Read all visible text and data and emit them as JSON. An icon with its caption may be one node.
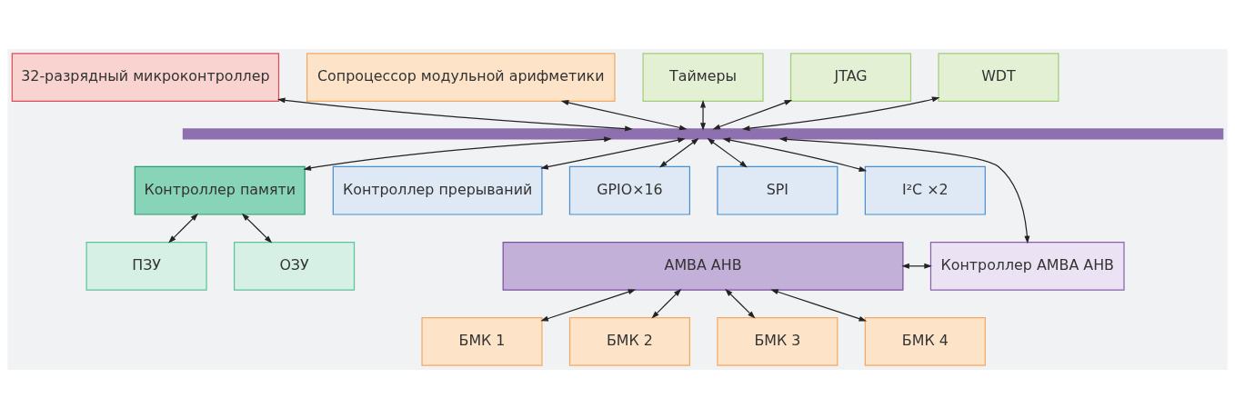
{
  "diagram": {
    "nodes": [
      {
        "text": [
          "32-разрядный микроконтроллер"
        ]
      },
      {
        "text": [
          "Сопроцессор модульной арифметики"
        ]
      },
      {
        "text": [
          "Таймеры"
        ]
      },
      {
        "text": [
          "JTAG"
        ]
      },
      {
        "text": [
          "WDT"
        ]
      },
      {
        "text": [],
        "shape": "bar"
      },
      {
        "text": [
          "Контроллер памяти"
        ]
      },
      {
        "text": [
          "Контроллер прерываний"
        ]
      },
      {
        "text": [
          "GPIO×16"
        ]
      },
      {
        "text": [
          "SPI"
        ]
      },
      {
        "text": [
          "I²C ×2"
        ]
      },
      {
        "text": [
          "ПЗУ"
        ]
      },
      {
        "text": [
          "ОЗУ"
        ]
      },
      {
        "text": [
          "AMBA AHB"
        ]
      },
      {
        "text": [
          "Контроллер AMBA AHB"
        ]
      },
      {
        "text": [
          "БМК 1"
        ]
      },
      {
        "text": [
          "БМК 2"
        ]
      },
      {
        "text": [
          "БМК 3"
        ]
      },
      {
        "text": [
          "БМК 4"
        ]
      }
    ],
    "edges": [
      {
        "from": 0,
        "to": 5,
        "arrow": "both"
      },
      {
        "from": 1,
        "to": 5,
        "arrow": "both"
      },
      {
        "from": 2,
        "to": 5,
        "arrow": "both"
      },
      {
        "from": 3,
        "to": 5,
        "arrow": "both"
      },
      {
        "from": 4,
        "to": 5,
        "arrow": "both"
      },
      {
        "from": 5,
        "to": 6,
        "arrow": "both"
      },
      {
        "from": 5,
        "to": 7,
        "arrow": "both"
      },
      {
        "from": 5,
        "to": 8,
        "arrow": "both"
      },
      {
        "from": 5,
        "to": 9,
        "arrow": "both"
      },
      {
        "from": 5,
        "to": 10,
        "arrow": "both"
      },
      {
        "from": 5,
        "to": 14,
        "arrow": "both"
      },
      {
        "from": 6,
        "to": 11,
        "arrow": "both"
      },
      {
        "from": 6,
        "to": 12,
        "arrow": "both"
      },
      {
        "from": 13,
        "to": 14,
        "arrow": "both"
      },
      {
        "from": 13,
        "to": 15,
        "arrow": "both"
      },
      {
        "from": 13,
        "to": 16,
        "arrow": "both"
      },
      {
        "from": 13,
        "to": 17,
        "arrow": "both"
      },
      {
        "from": 13,
        "to": 18,
        "arrow": "both"
      }
    ]
  }
}
